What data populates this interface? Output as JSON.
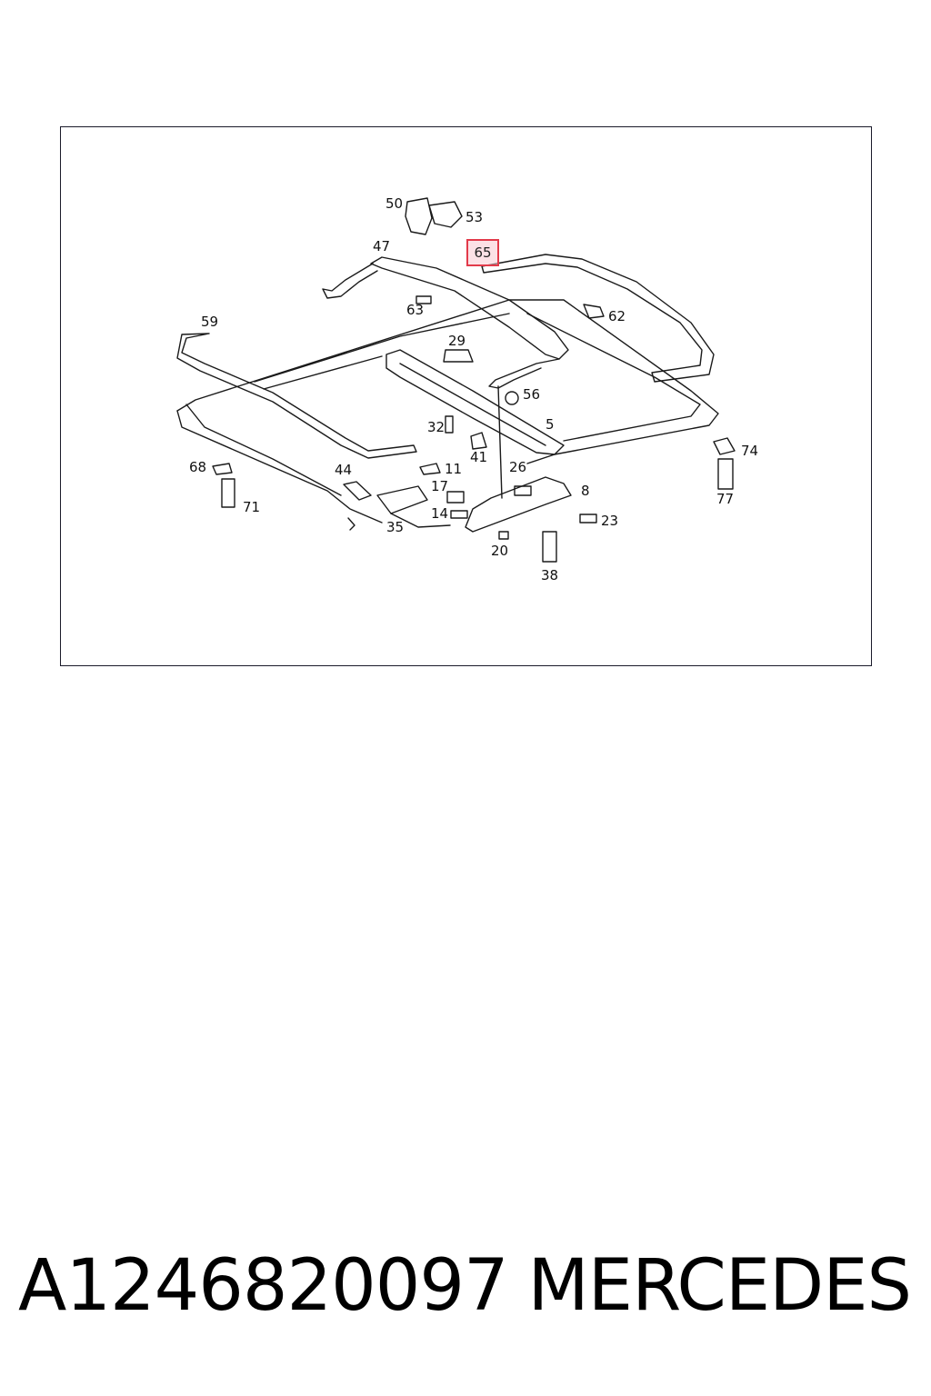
{
  "diagram": {
    "highlighted_part": "65",
    "callouts": [
      {
        "id": "50",
        "label": "50"
      },
      {
        "id": "53",
        "label": "53"
      },
      {
        "id": "47",
        "label": "47"
      },
      {
        "id": "65",
        "label": "65"
      },
      {
        "id": "63",
        "label": "63"
      },
      {
        "id": "62",
        "label": "62"
      },
      {
        "id": "59",
        "label": "59"
      },
      {
        "id": "29",
        "label": "29"
      },
      {
        "id": "56",
        "label": "56"
      },
      {
        "id": "32",
        "label": "32"
      },
      {
        "id": "5",
        "label": "5"
      },
      {
        "id": "41",
        "label": "41"
      },
      {
        "id": "74",
        "label": "74"
      },
      {
        "id": "68",
        "label": "68"
      },
      {
        "id": "11",
        "label": "11"
      },
      {
        "id": "44",
        "label": "44"
      },
      {
        "id": "26",
        "label": "26"
      },
      {
        "id": "17",
        "label": "17"
      },
      {
        "id": "8",
        "label": "8"
      },
      {
        "id": "77",
        "label": "77"
      },
      {
        "id": "71",
        "label": "71"
      },
      {
        "id": "14",
        "label": "14"
      },
      {
        "id": "23",
        "label": "23"
      },
      {
        "id": "35",
        "label": "35"
      },
      {
        "id": "20",
        "label": "20"
      },
      {
        "id": "38",
        "label": "38"
      }
    ]
  },
  "footer": {
    "part_number": "A1246820097",
    "brand": "MERCEDES"
  },
  "colors": {
    "highlight_border": "#e23a4a",
    "highlight_fill": "#fac8d2",
    "line": "#1a1a1a"
  }
}
